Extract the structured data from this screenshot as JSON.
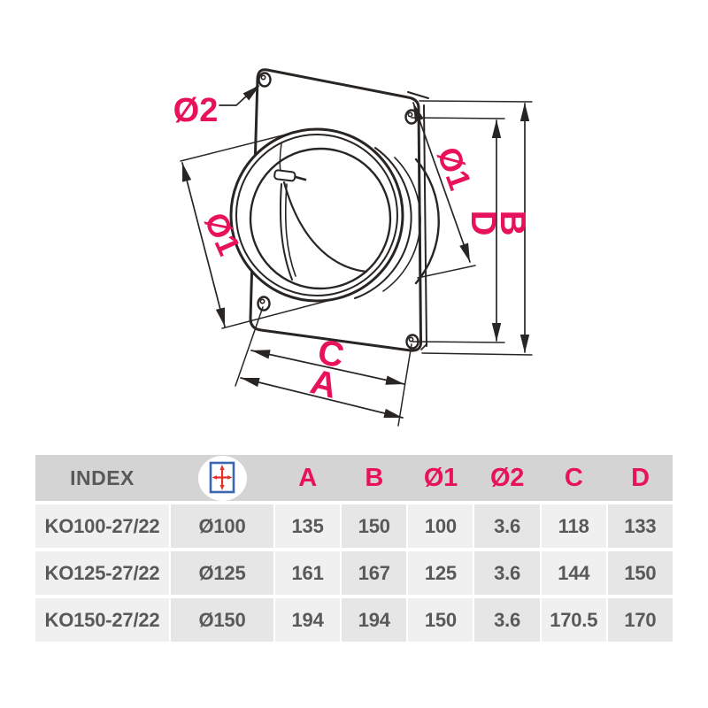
{
  "diagram": {
    "labels": {
      "dia2": "Ø2",
      "dia1_left": "Ø1",
      "dia1_right": "Ø1",
      "d": "D",
      "b": "B",
      "c": "C",
      "a": "A"
    }
  },
  "table": {
    "header": {
      "index_label": "INDEX",
      "icon": "dimensions-cross-icon",
      "columns": [
        "A",
        "B",
        "Ø1",
        "Ø2",
        "C",
        "D"
      ]
    },
    "rows": [
      {
        "index": "KO100-27/22",
        "size": "Ø100",
        "values": [
          "135",
          "150",
          "100",
          "3.6",
          "118",
          "133"
        ]
      },
      {
        "index": "KO125-27/22",
        "size": "Ø125",
        "values": [
          "161",
          "167",
          "125",
          "3.6",
          "144",
          "150"
        ]
      },
      {
        "index": "KO150-27/22",
        "size": "Ø150",
        "values": [
          "194",
          "194",
          "150",
          "3.6",
          "170.5",
          "170"
        ]
      }
    ]
  },
  "colors": {
    "accent_pink": "#e8125c",
    "line_color": "#282523",
    "header_bg": "#d4d4d4",
    "cell_light": "#f0f0f0",
    "cell_dark": "#e6e6e6",
    "cell_text": "#59595b",
    "icon_blue": "#3a67b0",
    "icon_red": "#e53125"
  }
}
